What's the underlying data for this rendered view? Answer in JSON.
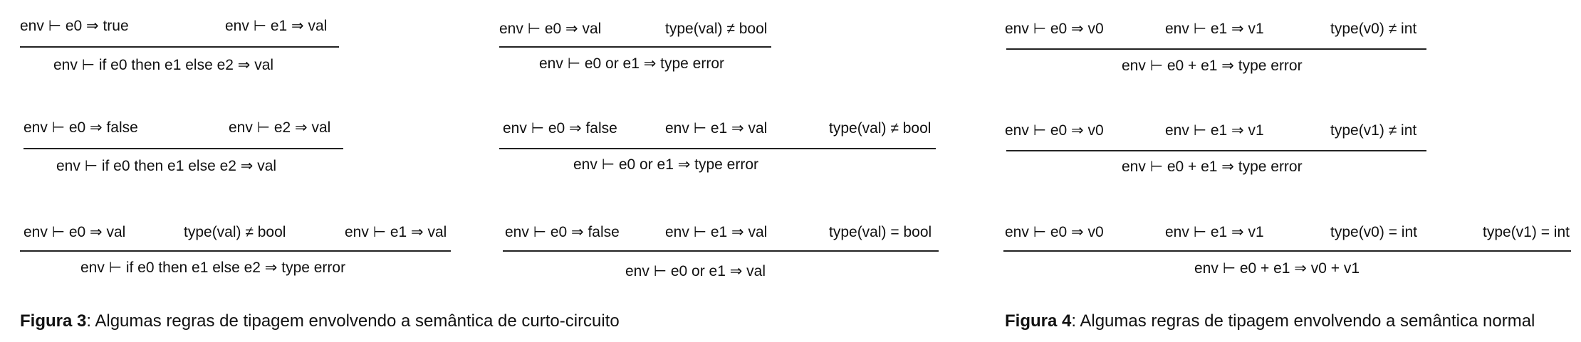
{
  "fig3": {
    "rules": [
      {
        "premises": [
          "env ⊢ e0 ⇒ true",
          "env ⊢ e1 ⇒ val"
        ],
        "conclusion": "env ⊢ if e0 then e1 else e2 ⇒ val"
      },
      {
        "premises": [
          "env ⊢ e0 ⇒ false",
          "env ⊢ e2 ⇒ val"
        ],
        "conclusion": "env ⊢ if e0 then e1 else e2 ⇒ val"
      },
      {
        "premises": [
          "env ⊢ e0 ⇒ val",
          "type(val) ≠ bool",
          "env ⊢ e1 ⇒ val"
        ],
        "conclusion": "env ⊢ if e0 then e1 else e2 ⇒ type error"
      }
    ],
    "caption_label": "Figura 3",
    "caption_text": ": Algumas regras de tipagem envolvendo a semântica de curto-circuito"
  },
  "or_rules": {
    "rules": [
      {
        "premises": [
          "env ⊢ e0 ⇒ val",
          "type(val) ≠ bool"
        ],
        "conclusion": "env ⊢ e0 or e1 ⇒ type error"
      },
      {
        "premises": [
          "env ⊢ e0 ⇒ false",
          "env ⊢ e1 ⇒ val",
          "type(val) ≠ bool"
        ],
        "conclusion": "env ⊢ e0 or e1 ⇒ type error"
      },
      {
        "premises": [
          "env ⊢ e0 ⇒ false",
          "env ⊢ e1 ⇒ val",
          "type(val) = bool"
        ],
        "conclusion": "env ⊢ e0 or e1 ⇒ val"
      }
    ]
  },
  "fig4": {
    "rules": [
      {
        "premises": [
          "env ⊢ e0 ⇒ v0",
          "env ⊢ e1 ⇒ v1",
          "type(v0) ≠ int"
        ],
        "conclusion": "env ⊢ e0 + e1 ⇒ type error"
      },
      {
        "premises": [
          "env ⊢ e0 ⇒ v0",
          "env ⊢ e1 ⇒ v1",
          "type(v1) ≠ int"
        ],
        "conclusion": "env ⊢ e0 + e1 ⇒ type error"
      },
      {
        "premises": [
          "env ⊢ e0 ⇒ v0",
          "env ⊢ e1 ⇒ v1",
          "type(v0) = int",
          "type(v1) = int"
        ],
        "conclusion": "env ⊢ e0 + e1 ⇒ v0 + v1"
      }
    ],
    "caption_label": "Figura 4",
    "caption_text": ": Algumas regras de tipagem envolvendo a semântica normal"
  }
}
